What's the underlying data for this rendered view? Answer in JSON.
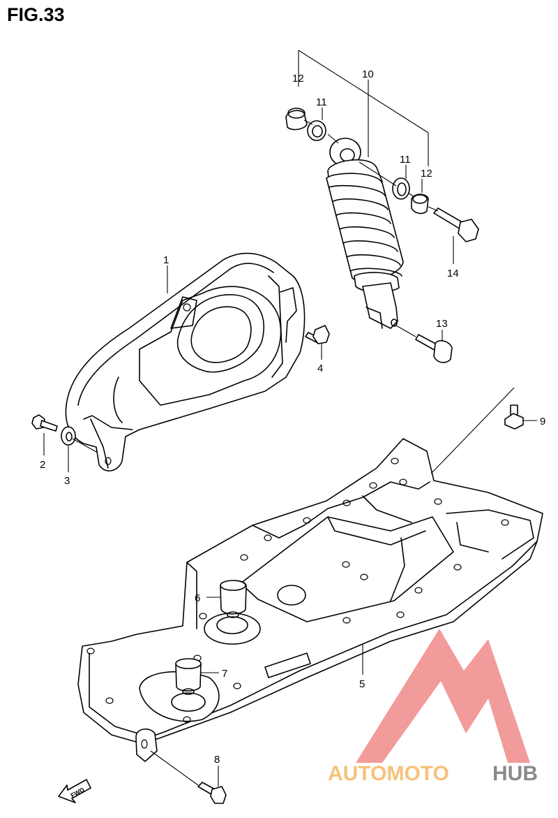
{
  "figure": {
    "title": "FIG.33",
    "fwd_label": "FWD"
  },
  "callouts": [
    {
      "id": "1",
      "label": "1"
    },
    {
      "id": "2",
      "label": "2"
    },
    {
      "id": "3",
      "label": "3"
    },
    {
      "id": "4",
      "label": "4"
    },
    {
      "id": "5",
      "label": "5"
    },
    {
      "id": "6",
      "label": "6"
    },
    {
      "id": "7",
      "label": "7"
    },
    {
      "id": "8",
      "label": "8"
    },
    {
      "id": "9",
      "label": "9"
    },
    {
      "id": "10",
      "label": "10"
    },
    {
      "id": "11a",
      "label": "11"
    },
    {
      "id": "11b",
      "label": "11"
    },
    {
      "id": "12a",
      "label": "12"
    },
    {
      "id": "12b",
      "label": "12"
    },
    {
      "id": "13",
      "label": "13"
    },
    {
      "id": "14",
      "label": "14"
    }
  ],
  "watermark": {
    "brand_part1": "AUTOMOTO",
    "brand_part2": "HUB",
    "color_primary": "#f08a8a",
    "color_secondary": "#f6c27a",
    "color_tertiary": "#8a8a8a"
  }
}
